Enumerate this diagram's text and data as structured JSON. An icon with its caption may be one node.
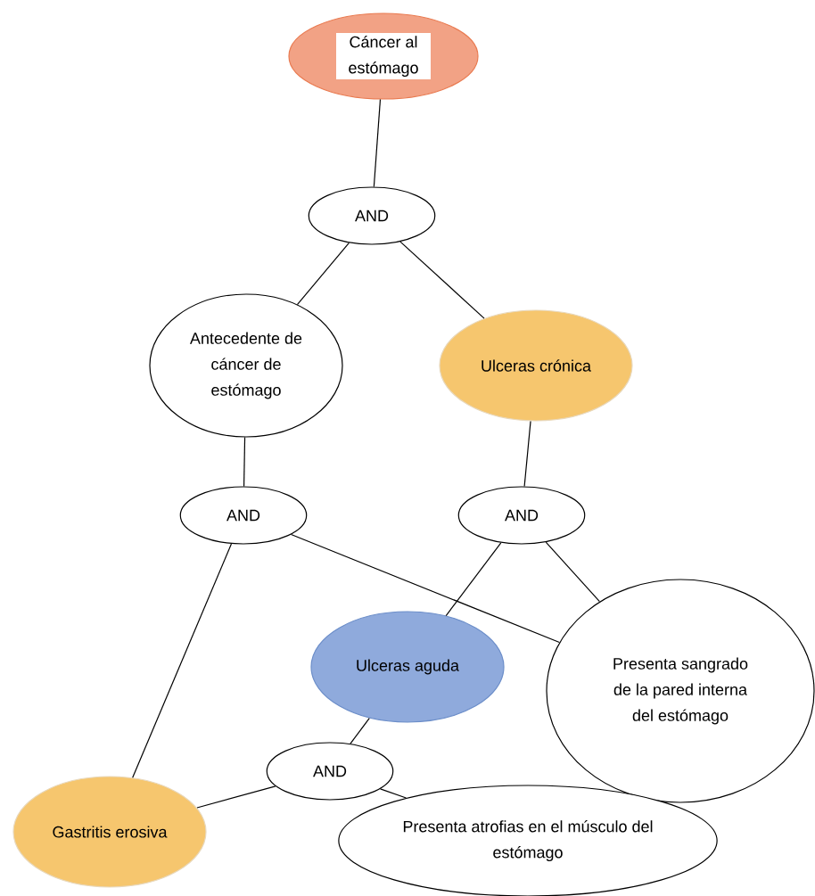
{
  "diagram": {
    "nodes": [
      {
        "text": [
          "Cáncer al estómago"
        ]
      },
      {
        "text": [
          "AND"
        ]
      },
      {
        "text": [
          "Antecedente de cáncer de estómago"
        ]
      },
      {
        "text": [
          "Ulceras crónica"
        ]
      },
      {
        "text": [
          "AND"
        ]
      },
      {
        "text": [
          "AND"
        ]
      },
      {
        "text": [
          "Ulceras aguda"
        ]
      },
      {
        "text": [
          "Presenta sangrado de la pared interna del estómago"
        ]
      },
      {
        "text": [
          "AND"
        ]
      },
      {
        "text": [
          "Gastritis erosiva"
        ]
      },
      {
        "text": [
          "Presenta atrofias en el músculo del estómago"
        ]
      }
    ],
    "edges": [
      {
        "from": 0,
        "to": 1,
        "arrow": "none"
      },
      {
        "from": 1,
        "to": 2,
        "arrow": "none"
      },
      {
        "from": 1,
        "to": 3,
        "arrow": "none"
      },
      {
        "from": 2,
        "to": 4,
        "arrow": "none"
      },
      {
        "from": 3,
        "to": 5,
        "arrow": "none"
      },
      {
        "from": 4,
        "to": 9,
        "arrow": "none"
      },
      {
        "from": 4,
        "to": 7,
        "arrow": "none"
      },
      {
        "from": 5,
        "to": 6,
        "arrow": "none"
      },
      {
        "from": 5,
        "to": 7,
        "arrow": "none"
      },
      {
        "from": 6,
        "to": 8,
        "arrow": "none"
      },
      {
        "from": 8,
        "to": 9,
        "arrow": "none"
      },
      {
        "from": 8,
        "to": 10,
        "arrow": "none"
      }
    ]
  }
}
